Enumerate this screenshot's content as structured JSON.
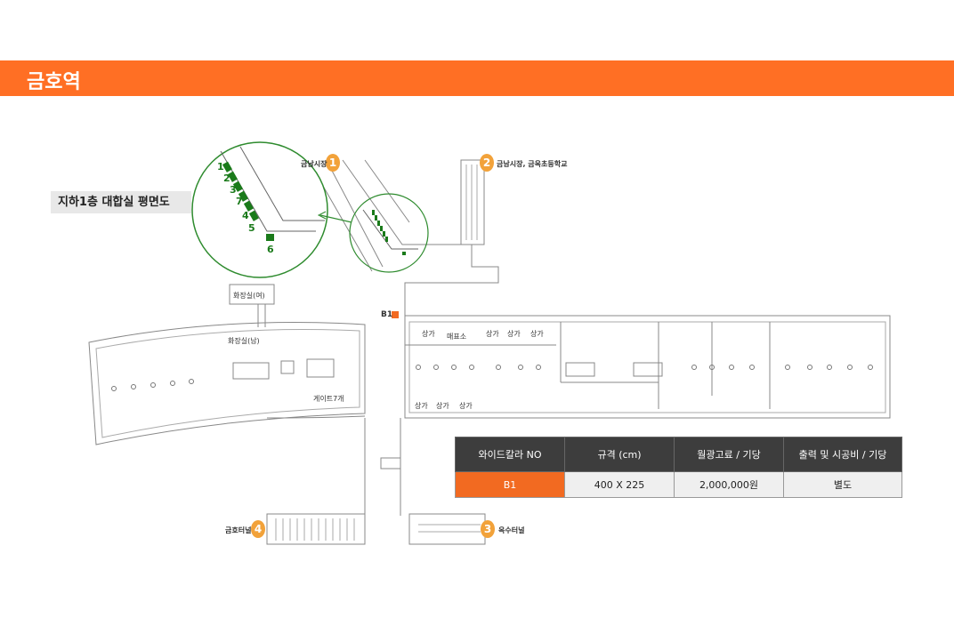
{
  "station": {
    "title": "금호역"
  },
  "floor_plan": {
    "label": "지하1층 대합실 평면도",
    "b1_marker": "B1",
    "exits": [
      {
        "number": "1",
        "name": "금남시장"
      },
      {
        "number": "2",
        "name": "금남시장, 금옥초등학교"
      },
      {
        "number": "3",
        "name": "옥수터널"
      },
      {
        "number": "4",
        "name": "금호터널"
      }
    ],
    "rooms": {
      "restroom_female": "화장실(여)",
      "restroom_male": "화장실(남)",
      "gate": "게이트7개",
      "ticket": "매표소",
      "shop": "상가"
    },
    "board_numbers": [
      "1",
      "2",
      "3",
      "7",
      "4",
      "5",
      "6"
    ]
  },
  "spec_table": {
    "headers": [
      "와이드칼라 NO",
      "규격 (cm)",
      "월광고료 / 기당",
      "출력 및 시공비 / 기당"
    ],
    "rows": [
      [
        "B1",
        "400 X 225",
        "2,000,000원",
        "별도"
      ]
    ]
  },
  "colors": {
    "accent": "#ff6f24",
    "highlight": "#f26a21",
    "board_green": "#1a7a1a",
    "header_dark": "#3d3d3d"
  }
}
